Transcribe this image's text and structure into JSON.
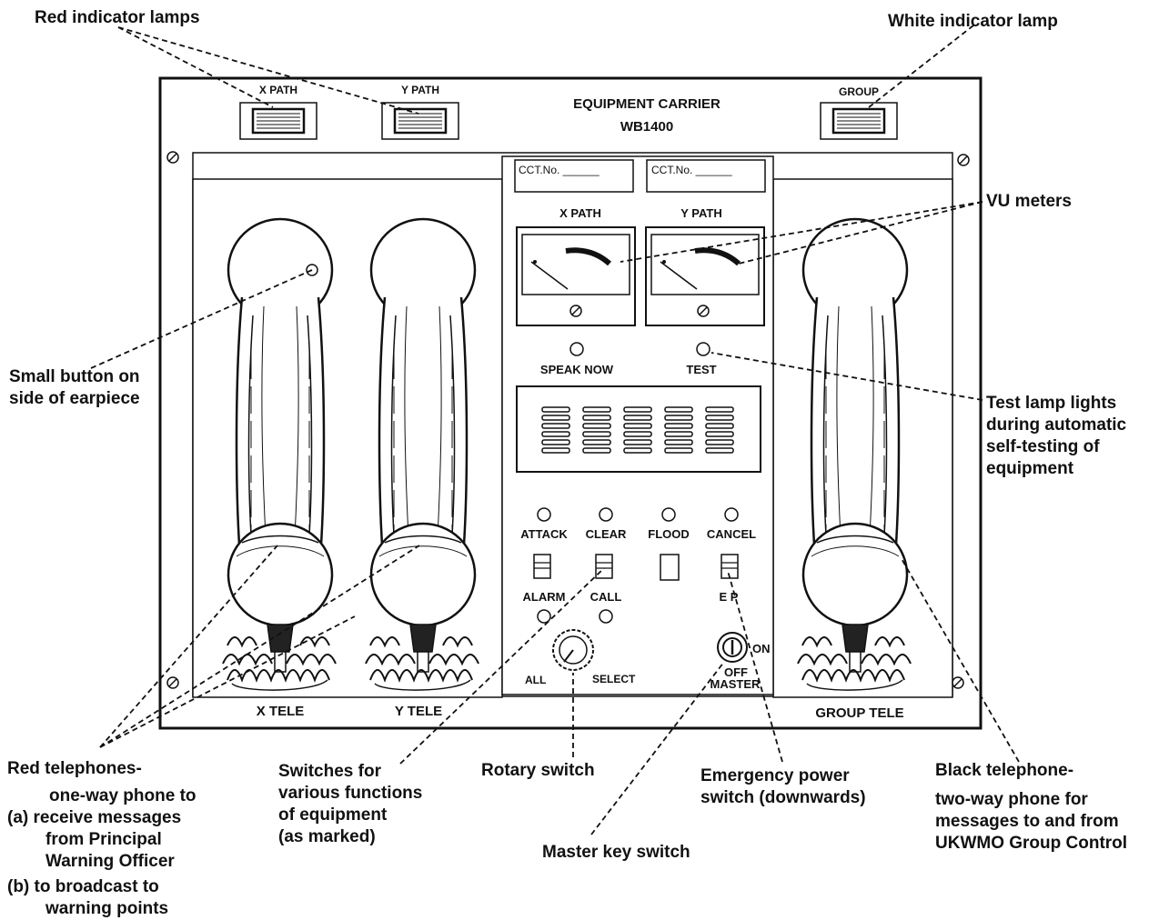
{
  "panel": {
    "title_line1": "EQUIPMENT CARRIER",
    "title_line2": "WB1400",
    "lamp_labels": [
      "X PATH",
      "Y PATH",
      "GROUP"
    ],
    "cct_labels": [
      "CCT.No. ______",
      "CCT.No. ______"
    ],
    "meter_labels": [
      "X PATH",
      "Y PATH"
    ],
    "speak_now": "SPEAK NOW",
    "test": "TEST",
    "function_labels": [
      "ATTACK",
      "CLEAR",
      "FLOOD",
      "CANCEL"
    ],
    "alarm": "ALARM",
    "call": "CALL",
    "ep": "E  P",
    "all": "ALL",
    "select": "SELECT",
    "on": "ON",
    "off": "OFF",
    "master": "MASTER",
    "tele_labels": [
      "X TELE",
      "Y TELE",
      "GROUP TELE"
    ]
  },
  "callouts": {
    "red_lamps": "Red indicator lamps",
    "white_lamp": "White indicator lamp",
    "vu_meters": "VU meters",
    "small_button": [
      "Small button on",
      "side of earpiece"
    ],
    "test_lamp": [
      "Test lamp lights",
      "during automatic",
      "self-testing of",
      "equipment"
    ],
    "red_phones": [
      "Red telephones-",
      "one-way phone to",
      "(a) receive messages",
      "from Principal",
      "Warning Officer",
      "(b) to broadcast to",
      "warning points"
    ],
    "switches": [
      "Switches for",
      "various functions",
      "of equipment",
      "(as marked)"
    ],
    "rotary": "Rotary switch",
    "master_key": "Master key switch",
    "emergency": [
      "Emergency power",
      "switch (downwards)"
    ],
    "black_phone": [
      "Black telephone-",
      "two-way phone for",
      "messages to and from",
      "UKWMO Group Control"
    ]
  }
}
